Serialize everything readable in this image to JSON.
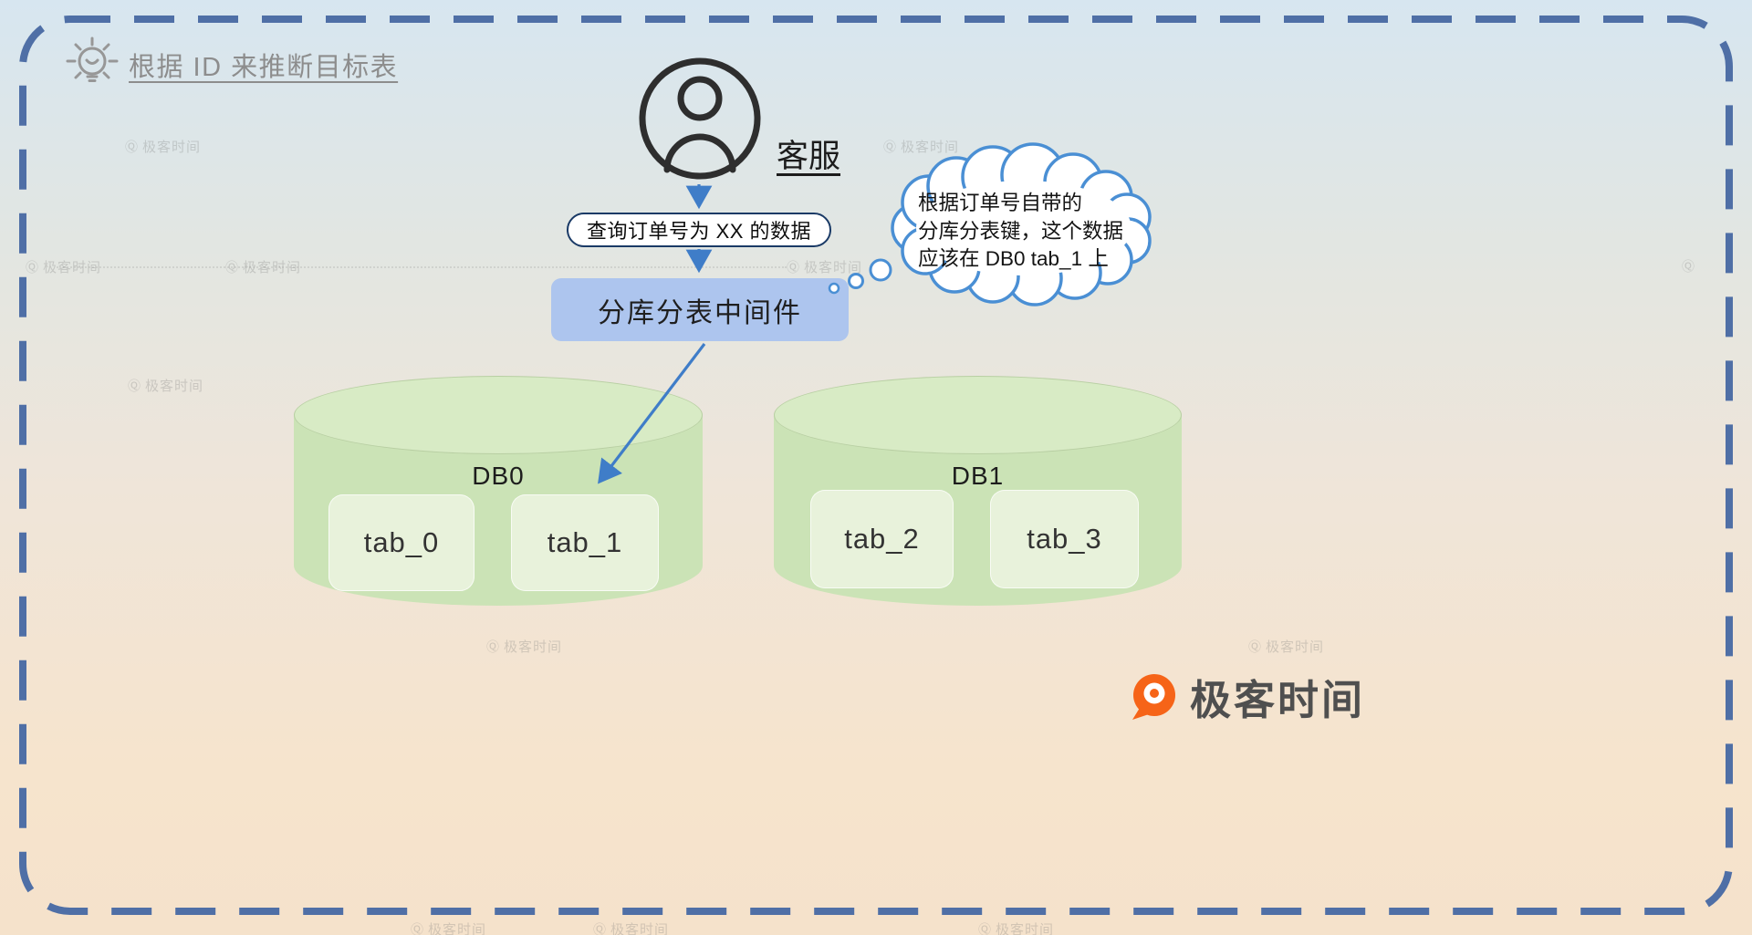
{
  "title": {
    "text": "根据 ID 来推断目标表"
  },
  "actor": {
    "label": "客服"
  },
  "flow": {
    "query_label": "查询订单号为 XX 的数据",
    "middleware_label": "分库分表中间件"
  },
  "thought_bubble": {
    "lines": [
      "根据订单号自带的",
      "分库分表键，这个数据",
      "应该在 DB0 tab_1 上"
    ]
  },
  "databases": [
    {
      "name": "DB0",
      "tables": [
        {
          "label": "tab_0"
        },
        {
          "label": "tab_1"
        }
      ]
    },
    {
      "name": "DB1",
      "tables": [
        {
          "label": "tab_2"
        },
        {
          "label": "tab_3"
        }
      ]
    }
  ],
  "brand": {
    "name": "极客时间"
  },
  "watermark": {
    "icon": "Ⓠ",
    "text": "极客时间"
  },
  "colors": {
    "border": "#4f6fa6",
    "arrow": "#3f7dc8",
    "cloud_stroke": "#4a8fd4",
    "middleware_bg": "#adc5ee",
    "cylinder_body": "#cbe3b6",
    "cylinder_top": "#d8ebc5",
    "table_bg": "#e8f2db",
    "brand_orange": "#f66418"
  }
}
